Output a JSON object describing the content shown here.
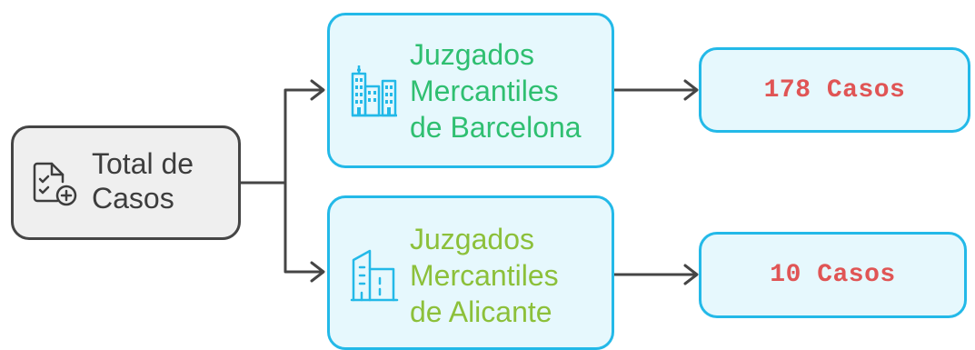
{
  "diagram": {
    "root": {
      "label_line1": "Total de",
      "label_line2": "Casos",
      "icon": "clipboard-check-add-icon"
    },
    "branches": [
      {
        "label_line1": "Juzgados",
        "label_line2": "Mercantiles",
        "label_line3": "de Barcelona",
        "icon": "office-buildings-icon",
        "label_color": "#2fbf71",
        "count_label": "178 Casos"
      },
      {
        "label_line1": "Juzgados",
        "label_line2": "Mercantiles",
        "label_line3": "de Alicante",
        "icon": "building-icon",
        "label_color": "#8cc03a",
        "count_label": "10 Casos"
      }
    ],
    "colors": {
      "root_fill": "#efefef",
      "root_border": "#454545",
      "node_fill": "#e6f8fd",
      "node_border": "#23b9e8",
      "count_text": "#e05555",
      "connector": "#454545"
    }
  }
}
